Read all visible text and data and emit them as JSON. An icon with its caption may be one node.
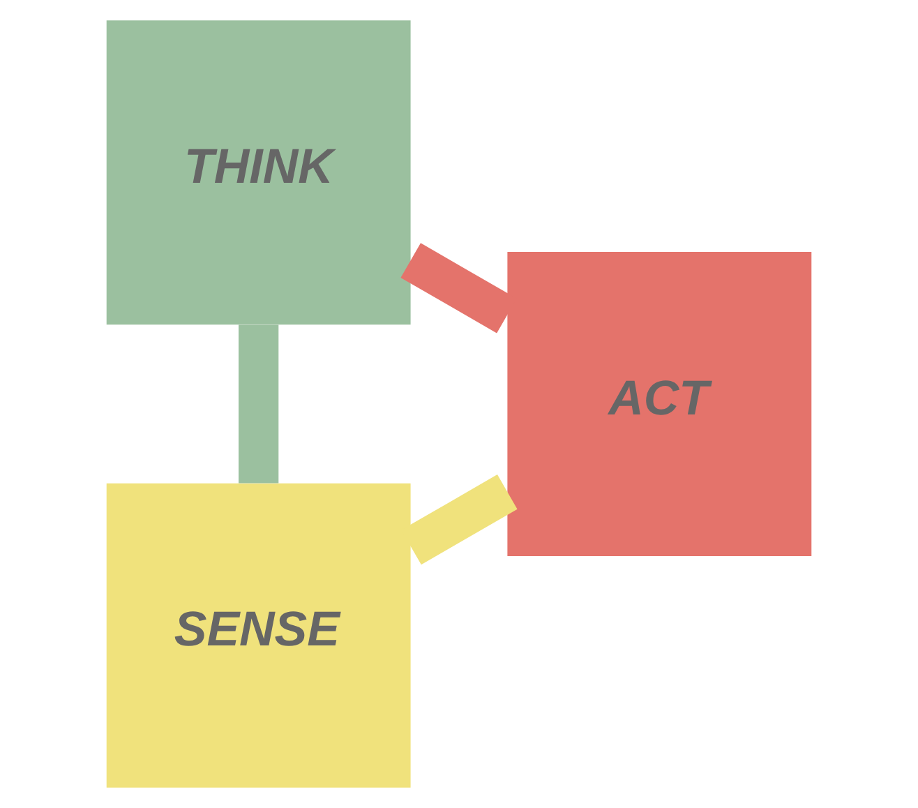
{
  "diagram": {
    "nodes": [
      {
        "text": [
          "SENSE"
        ]
      },
      {
        "text": [
          "ACT"
        ]
      },
      {
        "text": [
          "THINK"
        ]
      }
    ],
    "edges": [
      {
        "from": 0,
        "to": 2,
        "arrow": "none",
        "color": "#9bc09f"
      },
      {
        "from": 2,
        "to": 1,
        "arrow": "none",
        "color": "#e4736b"
      },
      {
        "from": 1,
        "to": 0,
        "arrow": "none",
        "color": "#f0e27c"
      }
    ]
  }
}
